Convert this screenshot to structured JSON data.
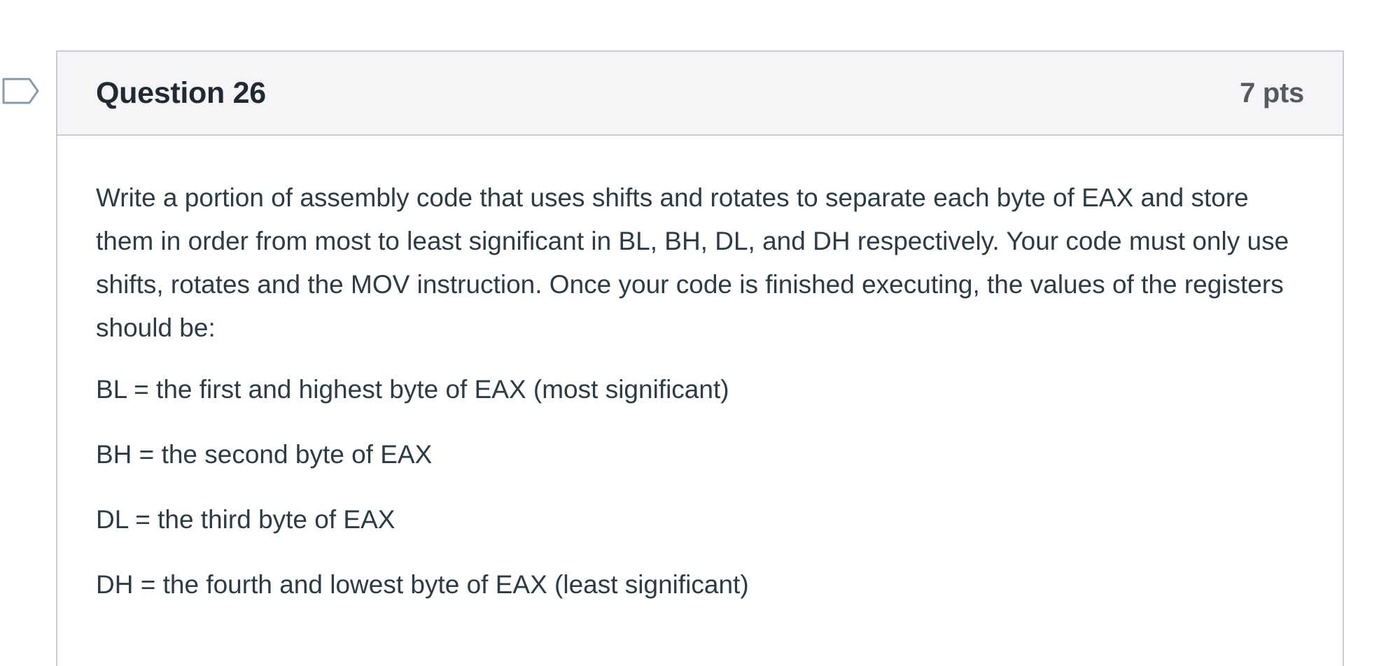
{
  "question": {
    "flag_icon": "bookmark-flag-icon",
    "title": "Question 26",
    "points": "7 pts",
    "prompt": "Write a portion of assembly code that uses shifts and rotates to separate each byte of EAX and store them in order from most to least significant in BL, BH, DL, and DH respectively. Your code must only use shifts, rotates and the MOV instruction. Once your code is finished executing, the values of the registers should be:",
    "register_lines": [
      "BL = the first and highest byte of EAX (most significant)",
      "BH = the second byte of EAX",
      "DL = the third byte of EAX",
      "DH = the fourth and lowest byte of EAX (least significant)"
    ]
  },
  "colors": {
    "header_bg": "#f5f5f7",
    "border": "#c7cdd1",
    "text": "#2d3b45",
    "points_text": "#555a5e",
    "flag_stroke": "#8a9aae"
  }
}
